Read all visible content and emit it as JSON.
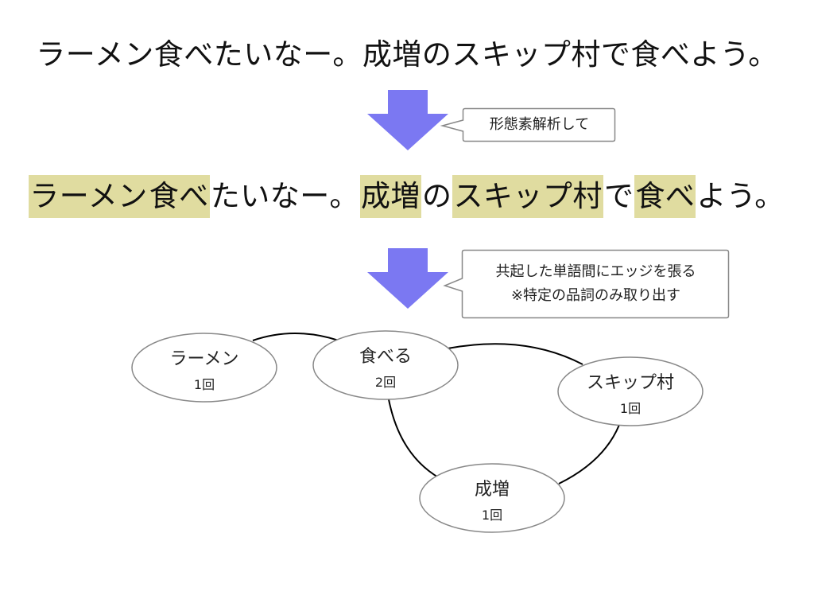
{
  "original_sentence": "ラーメン食べたいなー。成増のスキップ村で食べよう。",
  "segmented_sentence": [
    {
      "text": "ラーメン",
      "highlight": true
    },
    {
      "text": "食べ",
      "highlight": true
    },
    {
      "text": "たいなー。",
      "highlight": false
    },
    {
      "text": "成増",
      "highlight": true
    },
    {
      "text": "の",
      "highlight": false
    },
    {
      "text": "スキップ村",
      "highlight": true
    },
    {
      "text": "で",
      "highlight": false
    },
    {
      "text": "食べ",
      "highlight": true
    },
    {
      "text": "よう。",
      "highlight": false
    }
  ],
  "callouts": {
    "step1": "形態素解析して",
    "step2_line1": "共起した単語間にエッジを張る",
    "step2_line2": "※特定の品詞のみ取り出す"
  },
  "colors": {
    "arrow": "#7b78f2",
    "highlight": "#e0dca0",
    "node_stroke": "#888888",
    "edge": "#000000"
  },
  "graph": {
    "nodes": [
      {
        "id": "ramen",
        "label": "ラーメン",
        "count": "1回"
      },
      {
        "id": "taberu",
        "label": "食べる",
        "count": "2回"
      },
      {
        "id": "skipmura",
        "label": "スキップ村",
        "count": "1回"
      },
      {
        "id": "narimasu",
        "label": "成増",
        "count": "1回"
      }
    ],
    "edges": [
      {
        "from": "ramen",
        "to": "taberu"
      },
      {
        "from": "taberu",
        "to": "skipmura"
      },
      {
        "from": "taberu",
        "to": "narimasu"
      },
      {
        "from": "narimasu",
        "to": "skipmura"
      }
    ]
  }
}
